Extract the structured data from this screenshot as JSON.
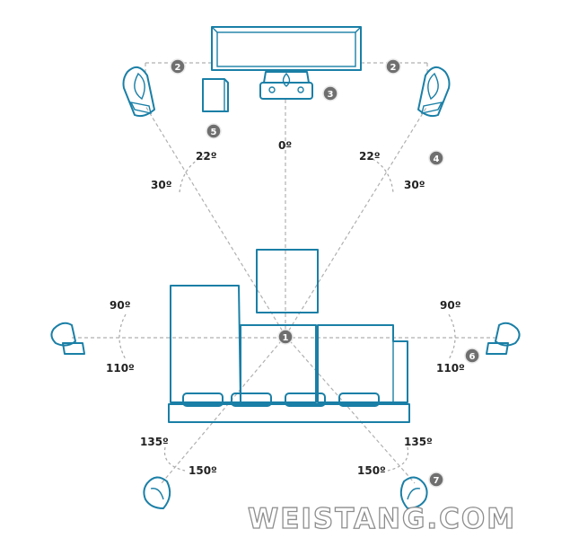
{
  "angles": {
    "front_center": "0º",
    "front_left_inner": "22º",
    "front_left_outer": "30º",
    "front_right_inner": "22º",
    "front_right_outer": "30º",
    "side_left_top": "90º",
    "side_left_bottom": "110º",
    "side_right_top": "90º",
    "side_right_bottom": "110º",
    "rear_left_top": "135º",
    "rear_left_bottom": "150º",
    "rear_right_top": "135º",
    "rear_right_bottom": "150º"
  },
  "badges": {
    "listening_position": "1",
    "front_left": "2",
    "front_right": "2",
    "center": "3",
    "front_angle_marker": "4",
    "subwoofer": "5",
    "surround": "6",
    "rear": "7"
  },
  "watermark": "WEISTANG.COM",
  "colors": {
    "equipment_outline": "#1a7fa6",
    "guide_lines": "#b0b0b0",
    "badge_fill": "#6f6f6f",
    "angle_text": "#222222"
  }
}
